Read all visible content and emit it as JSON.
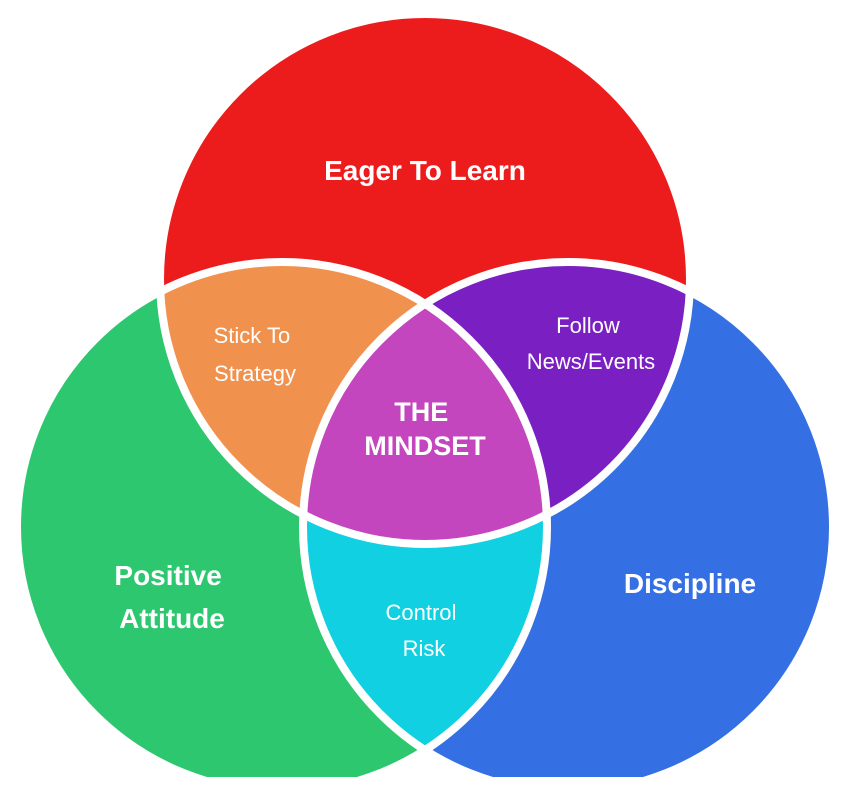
{
  "diagram": {
    "sets": [
      {
        "id": "top",
        "label": "Eager To Learn",
        "color": "#ed1c1c"
      },
      {
        "id": "left",
        "label_lines": [
          "Positive",
          "Attitude"
        ],
        "color": "#2dc76f"
      },
      {
        "id": "right",
        "label": "Discipline",
        "color": "#3470e4"
      }
    ],
    "overlaps": {
      "top_left": {
        "label_lines": [
          "Stick To",
          "Strategy"
        ],
        "color": "#f0924e"
      },
      "top_right": {
        "label_lines": [
          "Follow",
          "News/Events"
        ],
        "color": "#7a1fc2"
      },
      "left_right": {
        "label_lines": [
          "Control",
          "Risk"
        ],
        "color": "#10d0e2"
      },
      "center": {
        "label_lines": [
          "THE",
          "MINDSET"
        ],
        "color": "#c346be"
      }
    },
    "stroke_color": "#ffffff"
  }
}
